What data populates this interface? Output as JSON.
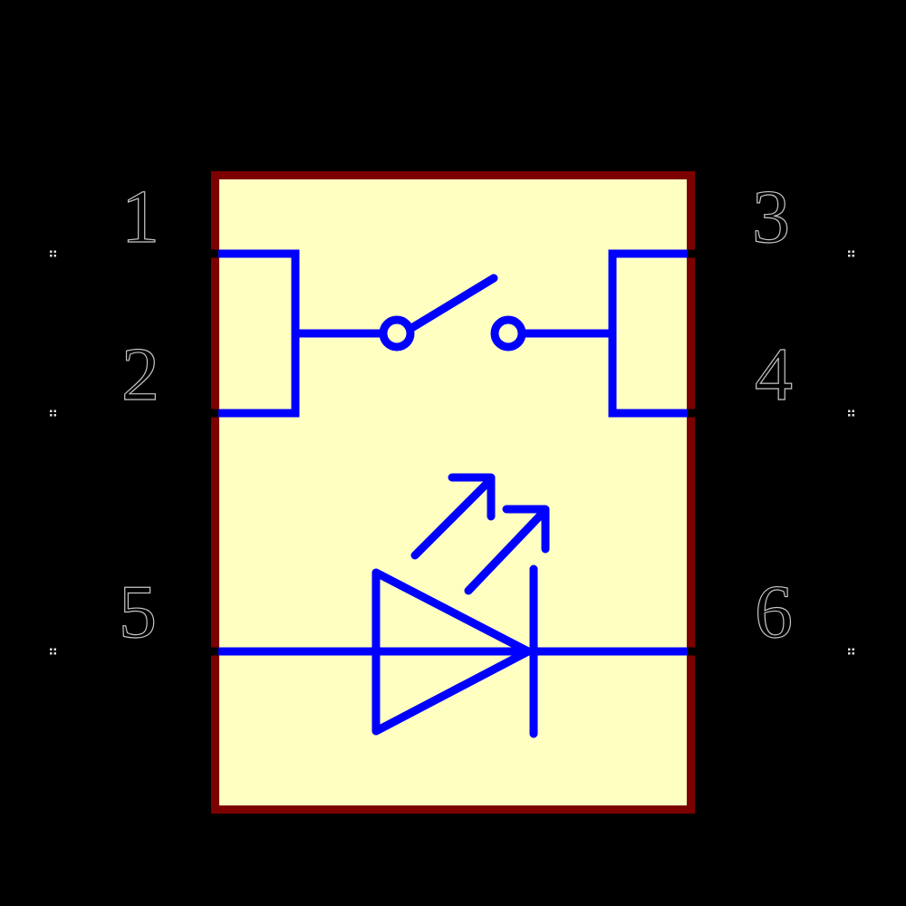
{
  "colors": {
    "background": "#000000",
    "body_fill": "#FFFFC2",
    "body_outline": "#7D0000",
    "graphic_line": "#0000FF",
    "pin_line": "#000000",
    "pin_number_fill": "#000000",
    "pin_number_outline": "#C4C4C4",
    "pin_end_marker": "#DCDCDC"
  },
  "symbol": {
    "pins": [
      {
        "number": "1",
        "side": "left"
      },
      {
        "number": "2",
        "side": "left"
      },
      {
        "number": "3",
        "side": "right"
      },
      {
        "number": "4",
        "side": "right"
      },
      {
        "number": "5",
        "side": "left"
      },
      {
        "number": "6",
        "side": "right"
      }
    ],
    "elements": [
      {
        "name": "spst-switch"
      },
      {
        "name": "led"
      }
    ]
  }
}
